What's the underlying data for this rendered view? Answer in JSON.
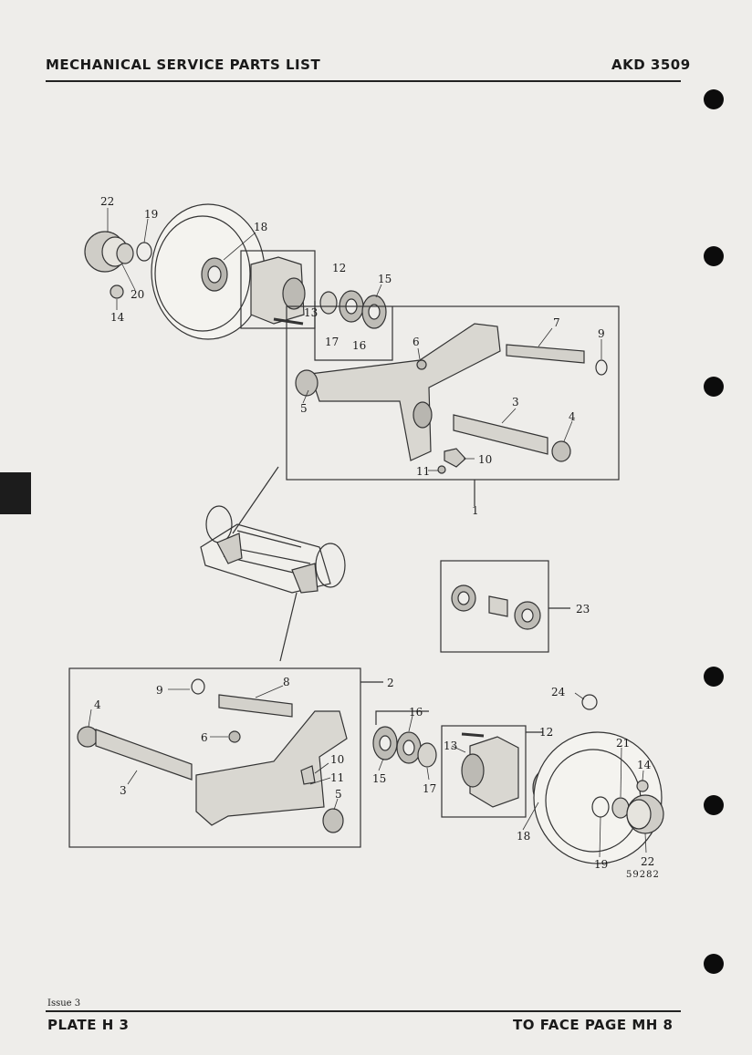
{
  "header": {
    "title": "MECHANICAL SERVICE PARTS LIST",
    "code": "AKD 3509"
  },
  "footer": {
    "issue": "Issue 3",
    "plate": "PLATE H 3",
    "face_page": "TO FACE PAGE MH 8"
  },
  "figure": {
    "ref": "59282",
    "callouts": {
      "top": [
        "22",
        "19",
        "18",
        "12",
        "15",
        "20",
        "14",
        "13",
        "17",
        "16",
        "7",
        "6",
        "9",
        "5",
        "3",
        "4",
        "10",
        "11",
        "1"
      ],
      "middle": [
        "23"
      ],
      "bottom": [
        "2",
        "9",
        "8",
        "24",
        "4",
        "16",
        "12",
        "6",
        "13",
        "21",
        "14",
        "10",
        "11",
        "15",
        "3",
        "17",
        "5",
        "18",
        "19",
        "22"
      ]
    }
  }
}
